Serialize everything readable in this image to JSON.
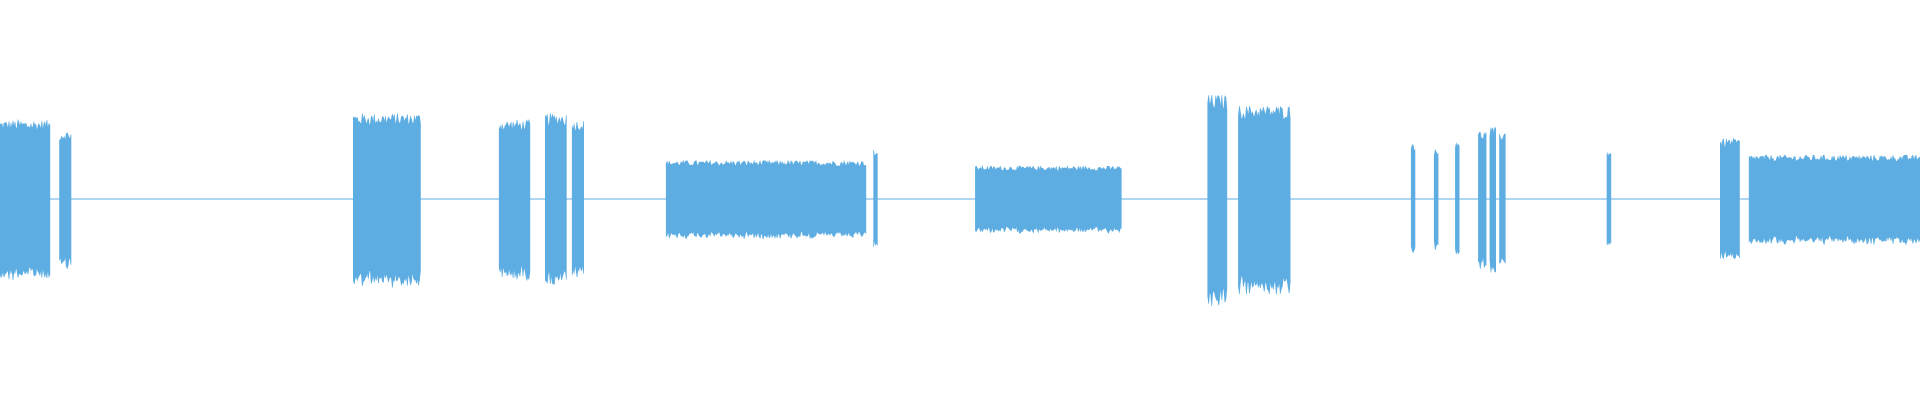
{
  "waveform": {
    "color": "#5dade2",
    "background": "#ffffff",
    "segments": [
      {
        "start": 0.0,
        "end": 0.026,
        "amp": 0.72
      },
      {
        "start": 0.031,
        "end": 0.037,
        "amp": 0.62
      },
      {
        "start": 0.184,
        "end": 0.219,
        "amp": 0.78
      },
      {
        "start": 0.26,
        "end": 0.276,
        "amp": 0.72
      },
      {
        "start": 0.284,
        "end": 0.295,
        "amp": 0.78
      },
      {
        "start": 0.298,
        "end": 0.304,
        "amp": 0.72
      },
      {
        "start": 0.347,
        "end": 0.451,
        "amp": 0.35
      },
      {
        "start": 0.455,
        "end": 0.457,
        "amp": 0.45
      },
      {
        "start": 0.508,
        "end": 0.584,
        "amp": 0.3
      },
      {
        "start": 0.629,
        "end": 0.639,
        "amp": 0.95
      },
      {
        "start": 0.645,
        "end": 0.672,
        "amp": 0.85
      },
      {
        "start": 0.735,
        "end": 0.737,
        "amp": 0.52
      },
      {
        "start": 0.747,
        "end": 0.749,
        "amp": 0.45
      },
      {
        "start": 0.758,
        "end": 0.76,
        "amp": 0.55
      },
      {
        "start": 0.77,
        "end": 0.774,
        "amp": 0.62
      },
      {
        "start": 0.776,
        "end": 0.779,
        "amp": 0.65
      },
      {
        "start": 0.781,
        "end": 0.784,
        "amp": 0.62
      },
      {
        "start": 0.837,
        "end": 0.839,
        "amp": 0.45
      },
      {
        "start": 0.896,
        "end": 0.906,
        "amp": 0.55
      },
      {
        "start": 0.911,
        "end": 1.0,
        "amp": 0.4
      }
    ]
  }
}
